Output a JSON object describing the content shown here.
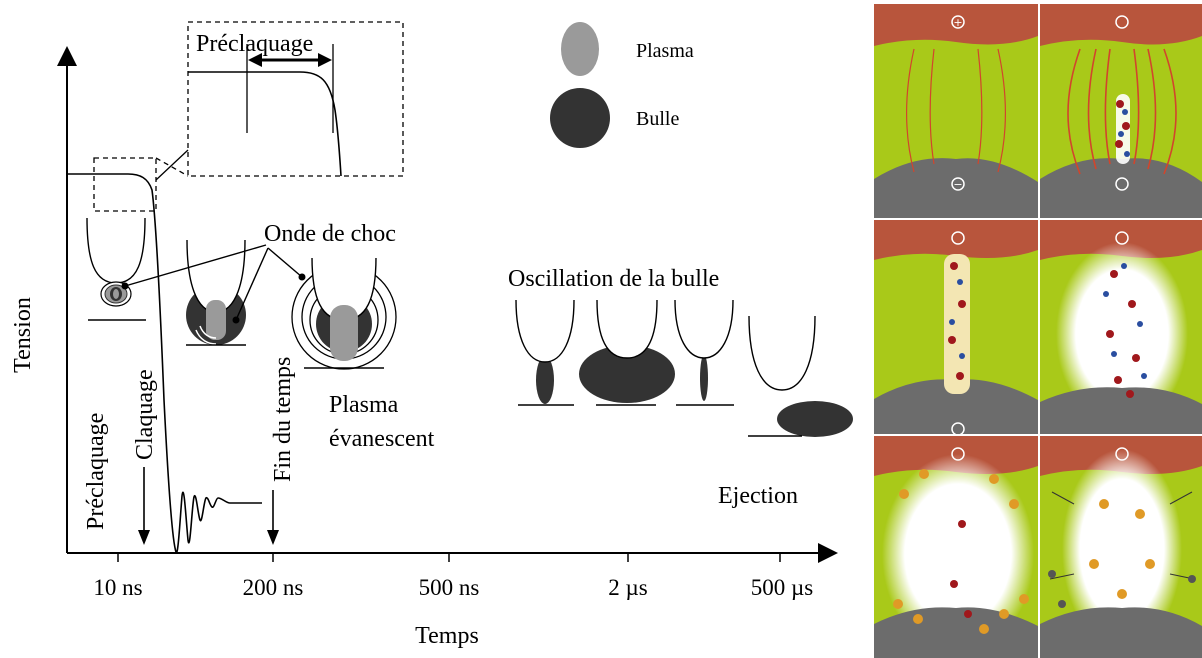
{
  "axes": {
    "y_label": "Tension",
    "x_label": "Temps",
    "x_ticks": [
      "10 ns",
      "200 ns",
      "500 ns",
      "2 µs",
      "500 µs"
    ]
  },
  "legend": {
    "plasma": "Plasma",
    "bulle": "Bulle"
  },
  "labels": {
    "preclaquage_zoom": "Préclaquage",
    "onde_de_choc": "Onde de choc",
    "oscillation": "Oscillation de la bulle",
    "plasma_evanescent_1": "Plasma",
    "plasma_evanescent_2": "évanescent",
    "ejection": "Ejection",
    "preclaquage": "Préclaquage",
    "claquage": "Claquage",
    "fin_du_temps": "Fin du temps"
  },
  "electrodes": {
    "positive": "+",
    "negative": "−"
  },
  "colors": {
    "plasma": "#9a9a9a",
    "bulle": "#333333",
    "panel_green": "#a9c919",
    "panel_electrode_top": "#b8553c",
    "panel_electrode_bottom": "#6c6c6c"
  }
}
